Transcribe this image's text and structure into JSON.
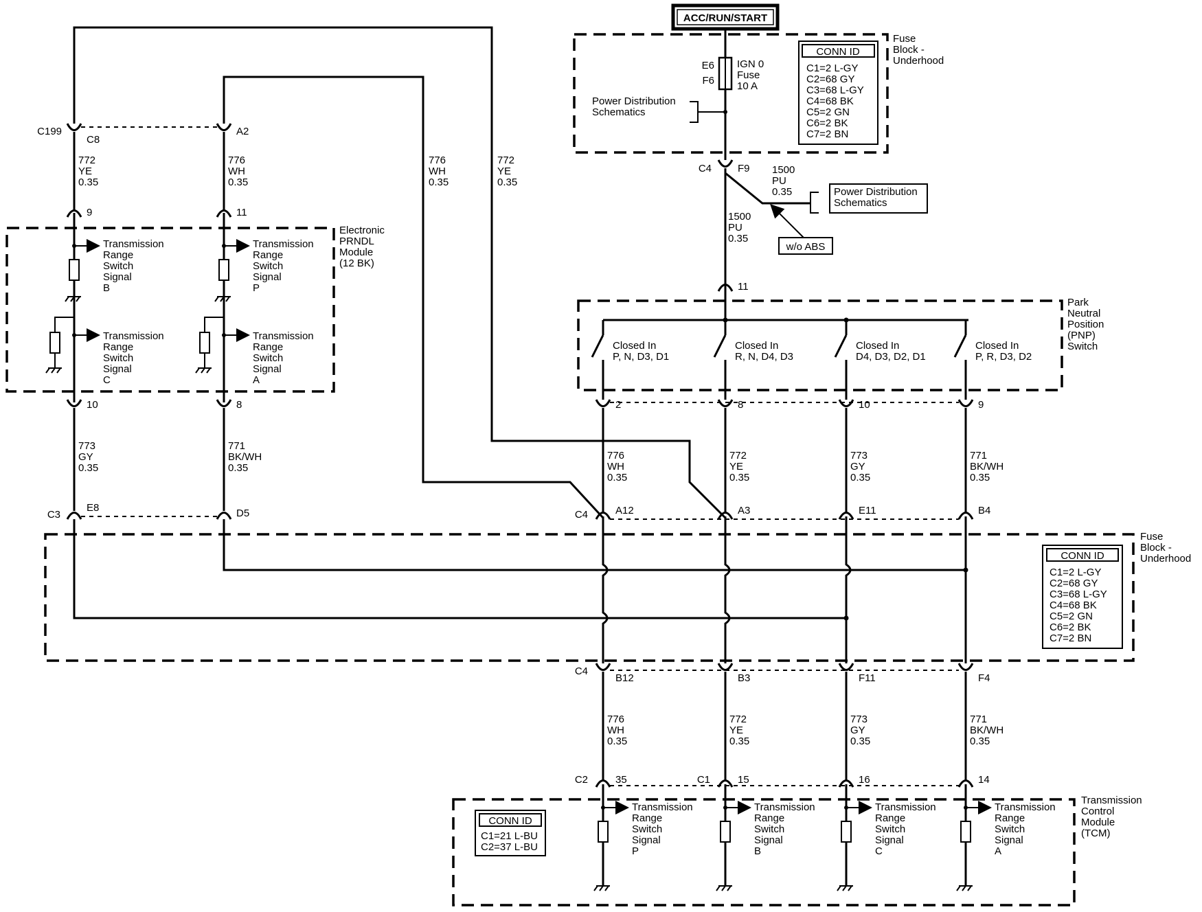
{
  "power": {
    "label": "ACC/RUN/START"
  },
  "fuse": {
    "cavity_top": "E6",
    "cavity_bottom": "F6",
    "lines": [
      "IGN 0",
      "Fuse",
      "10 A"
    ]
  },
  "fuse_block_top": {
    "title": [
      "Fuse",
      "Block -",
      "Underhood"
    ]
  },
  "conn_id_top": {
    "header": "CONN ID",
    "rows": [
      "C1=2 L-GY",
      "C2=68 GY",
      "C3=68 L-GY",
      "C4=68 BK",
      "C5=2 GN",
      "C6=2 BK",
      "C7=2 BN"
    ]
  },
  "power_dist_1": [
    "Power Distribution",
    "Schematics"
  ],
  "power_dist_2": [
    "Power Distribution",
    "Schematics"
  ],
  "wo_abs": "w/o ABS",
  "c4_f9": {
    "conn": "C4",
    "pin": "F9"
  },
  "wire_1500_branch": [
    "1500",
    "PU",
    "0.35"
  ],
  "wire_1500_main": [
    "1500",
    "PU",
    "0.35"
  ],
  "pnp": {
    "pin_in": "11",
    "title": [
      "Park",
      "Neutral",
      "Position",
      "(PNP)",
      "Switch"
    ],
    "contacts": [
      [
        "Closed In",
        "P, N, D3, D1"
      ],
      [
        "Closed In",
        "R, N, D4, D3"
      ],
      [
        "Closed In",
        "D4, D3, D2, D1"
      ],
      [
        "Closed In",
        "P, R, D3, D2"
      ]
    ],
    "pins_out": [
      "2",
      "8",
      "10",
      "9"
    ]
  },
  "upper_wires": [
    [
      "776",
      "WH",
      "0.35"
    ],
    [
      "772",
      "YE",
      "0.35"
    ],
    [
      "773",
      "GY",
      "0.35"
    ],
    [
      "771",
      "BK/WH",
      "0.35"
    ]
  ],
  "c4_upper": {
    "conn": "C4",
    "pins": [
      "A12",
      "A3",
      "E11",
      "B4"
    ]
  },
  "fuse_block_mid": {
    "title": [
      "Fuse",
      "Block -",
      "Underhood"
    ]
  },
  "conn_id_mid": {
    "header": "CONN ID",
    "rows": [
      "C1=2 L-GY",
      "C2=68 GY",
      "C3=68 L-GY",
      "C4=68 BK",
      "C5=2 GN",
      "C6=2 BK",
      "C7=2 BN"
    ]
  },
  "c4_lower": {
    "conn": "C4",
    "pins": [
      "B12",
      "B3",
      "F11",
      "F4"
    ]
  },
  "lower_wires": [
    [
      "776",
      "WH",
      "0.35"
    ],
    [
      "772",
      "YE",
      "0.35"
    ],
    [
      "773",
      "GY",
      "0.35"
    ],
    [
      "771",
      "BK/WH",
      "0.35"
    ]
  ],
  "tcm": {
    "conn_labels": [
      "C2",
      "C1"
    ],
    "pins": [
      "35",
      "15",
      "16",
      "14"
    ],
    "title": [
      "Transmission",
      "Control",
      "Module",
      "(TCM)"
    ],
    "signals": [
      [
        "Transmission",
        "Range",
        "Switch",
        "Signal",
        "P"
      ],
      [
        "Transmission",
        "Range",
        "Switch",
        "Signal",
        "B"
      ],
      [
        "Transmission",
        "Range",
        "Switch",
        "Signal",
        "C"
      ],
      [
        "Transmission",
        "Range",
        "Switch",
        "Signal",
        "A"
      ]
    ],
    "conn_id": {
      "header": "CONN ID",
      "rows": [
        "C1=21 L-BU",
        "C2=37 L-BU"
      ]
    }
  },
  "left": {
    "c199": {
      "conn": "C199",
      "pin_a": "C8",
      "pin_b": "A2"
    },
    "upper_wires": [
      [
        "772",
        "YE",
        "0.35"
      ],
      [
        "776",
        "WH",
        "0.35"
      ]
    ],
    "prndl_pins_in": [
      "9",
      "11"
    ],
    "prndl_title": [
      "Electronic",
      "PRNDL",
      "Module",
      "(12 BK)"
    ],
    "prndl_signals": [
      [
        "Transmission",
        "Range",
        "Switch",
        "Signal",
        "B"
      ],
      [
        "Transmission",
        "Range",
        "Switch",
        "Signal",
        "P"
      ],
      [
        "Transmission",
        "Range",
        "Switch",
        "Signal",
        "C"
      ],
      [
        "Transmission",
        "Range",
        "Switch",
        "Signal",
        "A"
      ]
    ],
    "prndl_pins_out": [
      "10",
      "8"
    ],
    "lower_wires": [
      [
        "773",
        "GY",
        "0.35"
      ],
      [
        "771",
        "BK/WH",
        "0.35"
      ]
    ],
    "c3": {
      "conn": "C3",
      "pin_a": "E8",
      "pin_b": "D5"
    }
  },
  "cross_wires": [
    [
      "776",
      "WH",
      "0.35"
    ],
    [
      "772",
      "YE",
      "0.35"
    ]
  ]
}
